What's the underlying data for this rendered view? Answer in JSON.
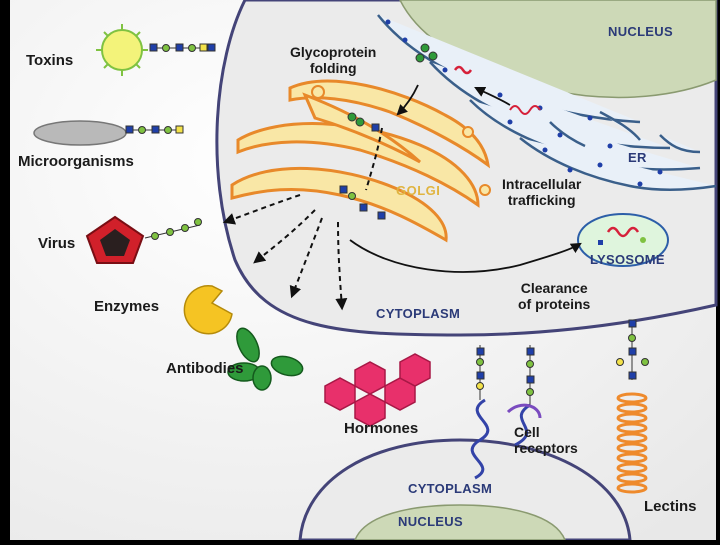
{
  "labels": {
    "toxins": "Toxins",
    "microorganisms": "Microorganisms",
    "virus": "Virus",
    "enzymes": "Enzymes",
    "antibodies": "Antibodies",
    "hormones": "Hormones",
    "glycoprotein_folding_1": "Glycoprotein",
    "glycoprotein_folding_2": "folding",
    "golgi": "GOLGI",
    "intracellular_trafficking_1": "Intracellular",
    "intracellular_trafficking_2": "trafficking",
    "lysosome": "LYSOSOME",
    "clearance_1": "Clearance",
    "clearance_2": "of proteins",
    "cytoplasm_top": "CYTOPLASM",
    "cytoplasm_bottom": "CYTOPLASM",
    "nucleus_top": "NUCLEUS",
    "nucleus_bottom": "NUCLEUS",
    "er": "ER",
    "cell_receptors_1": "Cell",
    "cell_receptors_2": "receptors",
    "lectins": "Lectins"
  },
  "colors": {
    "cell_fill": "#ebebeb",
    "nucleus_fill": "#cdd9b7",
    "er_fill": "#e9f0f8",
    "er_stroke": "#3a5f8a",
    "golgi_fill": "#f9e7a6",
    "golgi_stroke": "#e8892a",
    "lysosome_fill": "#dff5dd",
    "membrane": "#444478",
    "sugar_blue": "#1f3fa8",
    "sugar_green": "#7fc241",
    "sugar_yellow": "#f3e24a",
    "sugar_red": "#d6213a",
    "hormone_pink": "#e8306b",
    "enzyme_yellow": "#f5c423",
    "antibody_green": "#2f9a3a",
    "virus_red": "#d1202a",
    "lectin_orange": "#ee8a2c"
  }
}
